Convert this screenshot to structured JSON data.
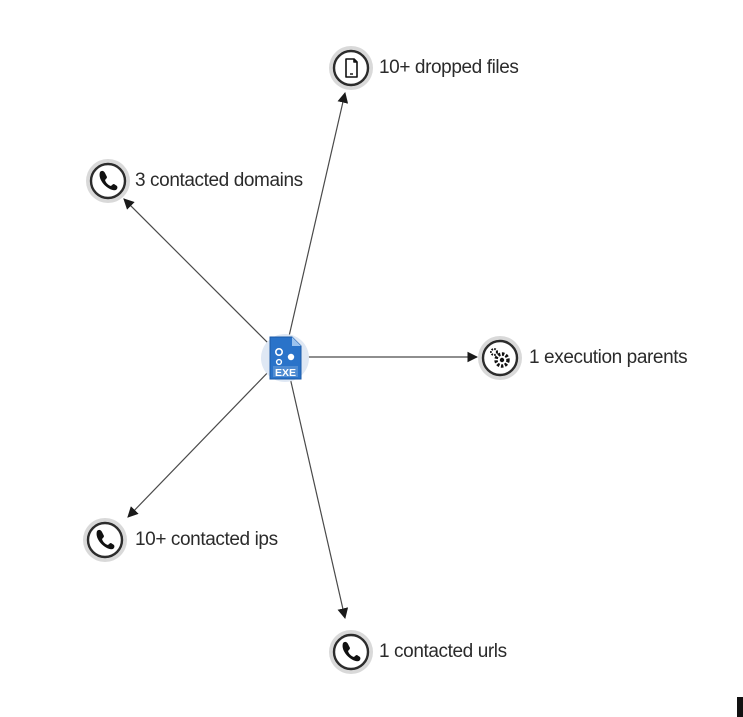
{
  "center": {
    "icon": "exe-file-icon",
    "badge": "EXE",
    "color": "#1f6fc4"
  },
  "nodes": [
    {
      "id": "dropped-files",
      "label": "10+ dropped files",
      "icon": "file-icon"
    },
    {
      "id": "contacted-domains",
      "label": "3 contacted domains",
      "icon": "phone-icon"
    },
    {
      "id": "execution-parents",
      "label": "1 execution parents",
      "icon": "gear-icon"
    },
    {
      "id": "contacted-ips",
      "label": "10+ contacted ips",
      "icon": "phone-icon"
    },
    {
      "id": "contacted-urls",
      "label": "1 contacted urls",
      "icon": "phone-icon"
    }
  ]
}
